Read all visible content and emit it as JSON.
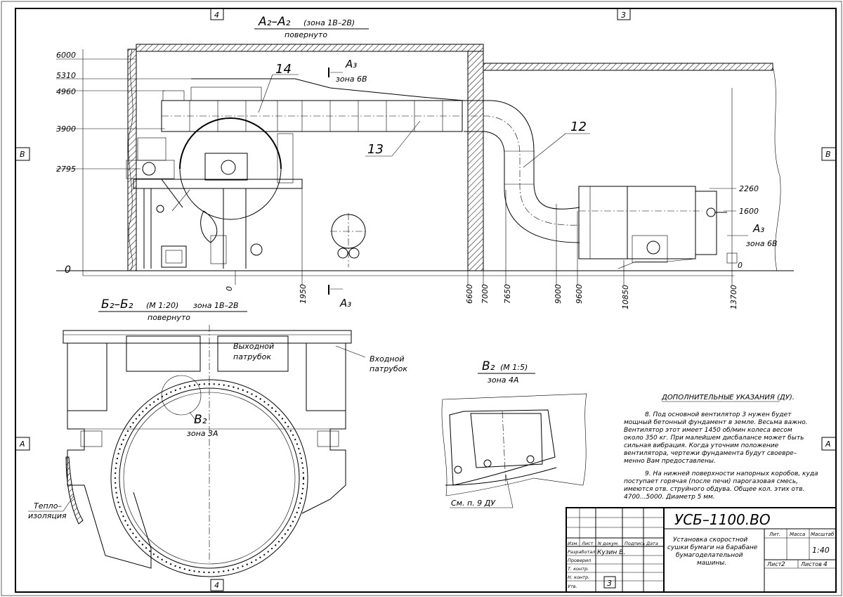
{
  "sheet": {
    "zones_top": [
      "4",
      "3"
    ],
    "zones_bottom": [
      "4",
      "3"
    ],
    "zones_left": [
      "B",
      "A"
    ],
    "zones_right": [
      "B",
      "A"
    ]
  },
  "section_a": {
    "title": "A₂–A₂",
    "zone": "(зона 1В–2В)",
    "subtitle": "повернуто",
    "elevations": [
      "6000",
      "5310",
      "4960",
      "3900",
      "2795",
      "0"
    ],
    "right_elevations": [
      "2260",
      "1600",
      "0"
    ],
    "dims_x": [
      "0",
      "1950",
      "6600",
      "7000",
      "7650",
      "9000",
      "9600",
      "10850",
      "13700"
    ],
    "callouts": [
      "14",
      "13",
      "12"
    ],
    "cut_mark_top": "А₃",
    "cut_mark_top_zone": "зона 6В",
    "cut_mark_bottom": "А₃",
    "cut_mark_right": "А₃",
    "cut_mark_right_zone": "зона 6В"
  },
  "section_b": {
    "title": "Б₂–Б₂",
    "scale": "(М 1:20)",
    "zone": "зона 1В–2В",
    "subtitle": "повернуто",
    "label_outlet": "Выходной\nпатрубок",
    "label_inlet": "Входной\nпатрубок",
    "label_insulation": "Тепло–\nизоляция",
    "detail_ref": "В₂",
    "detail_zone": "зона 3А"
  },
  "detail_v": {
    "title": "В₂",
    "scale": "(М 1:5)",
    "zone": "зона 4А",
    "note_ref": "См. п. 9 ДУ"
  },
  "notes": {
    "heading": "ДОПОЛНИТЕЛЬНЫЕ УКАЗАНИЯ (ДУ).",
    "lines": [
      "8. Под основной вентилятор 3 нужен будет",
      "мощный бетонный фундамент в земле. Весьма важно.",
      "Вентилятор этот имеет 1450 об/мин колеса весом",
      "около 350 кг. При малейшем дисбалансе может быть",
      "сильная вибрация. Когда уточним положение",
      "вентилятора, чертежи фундамента будут своевре–",
      "менно Вам предоставлены.",
      "9. На нижней поверхности напорных коробов, куда",
      "поступает горячая (после печи) парогазовая смесь,",
      "имеются отв. струйного обдува. Общее кол. этих отв.",
      "4700...5000. Диаметр 5 мм."
    ]
  },
  "title_block": {
    "code": "УСБ–1100.ВО",
    "title_lines": [
      "Установка скоростной",
      "сушки бумаги на барабане",
      "бумагоделательной",
      "машины."
    ],
    "col_headers": [
      "Изм.",
      "Лист",
      "N докум.",
      "Подпись",
      "Дата"
    ],
    "roles": [
      "Разработал",
      "Проверил",
      "Т. контр.",
      "Н. контр.",
      "Утв."
    ],
    "developer": "Кузин В.",
    "lit_label": "Лит.",
    "mass_label": "Масса",
    "scale_label": "Масштаб",
    "scale_value": "1:40",
    "sheet_label": "Лист",
    "sheet_value": "2",
    "sheets_label": "Листов",
    "sheets_value": "4",
    "format_mark": "3"
  }
}
